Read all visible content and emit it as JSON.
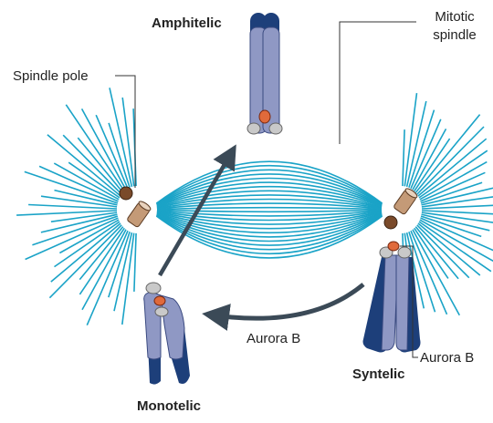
{
  "labels": {
    "amphitelic": "Amphitelic",
    "mitotic_spindle_line1": "Mitotic",
    "mitotic_spindle_line2": "spindle",
    "spindle_pole": "Spindle pole",
    "aurora_b_center": "Aurora B",
    "aurora_b_right": "Aurora B",
    "syntelic": "Syntelic",
    "monotelic": "Monotelic"
  },
  "colors": {
    "microtubule": "#1aa3c7",
    "chromatid_light": "#8f98c4",
    "chromatid_dark": "#1d3f7a",
    "arrow": "#3b4a57",
    "aurora_b": "#e06a3b",
    "kinetochore": "#c9c9c9",
    "centriole_brown": "#7a4a2a"
  }
}
